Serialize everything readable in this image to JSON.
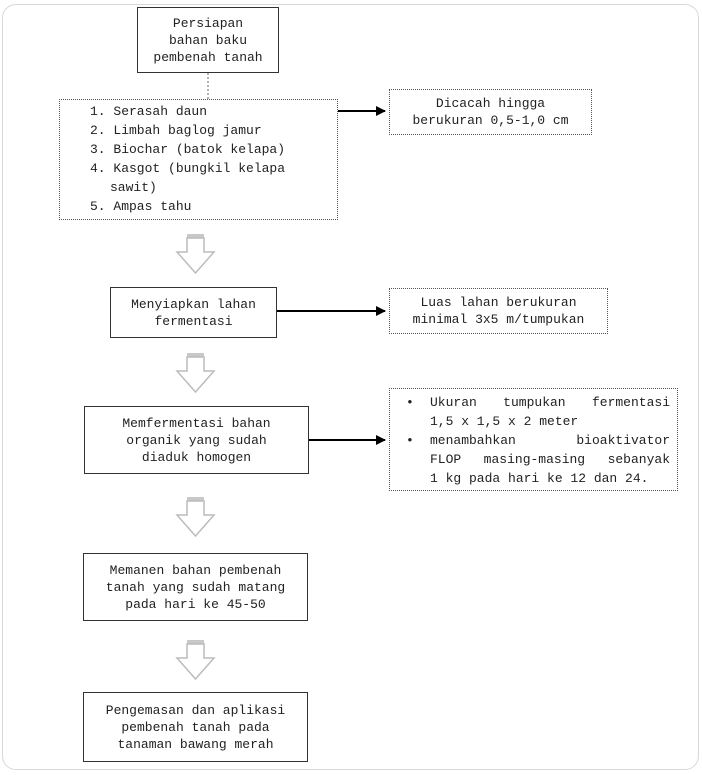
{
  "step1": {
    "lines": [
      "Persiapan",
      "bahan baku",
      "pembenah tanah"
    ]
  },
  "materials": {
    "items": [
      "1. Serasah daun",
      "2. Limbah baglog jamur",
      "3. Biochar (batok kelapa)",
      "4. Kasgot (bungkil kelapa",
      "sawit)",
      "5. Ampas tahu"
    ]
  },
  "note1": {
    "lines": [
      "Dicacah hingga",
      "berukuran 0,5-1,0 cm"
    ]
  },
  "step2": {
    "lines": [
      "Menyiapkan lahan",
      "fermentasi"
    ]
  },
  "note2": {
    "lines": [
      "Luas lahan berukuran",
      "minimal 3x5 m/tumpukan"
    ]
  },
  "step3": {
    "lines": [
      "Memfermentasi bahan",
      "organik yang sudah",
      "diaduk homogen"
    ]
  },
  "note3": {
    "bullet": "•",
    "bullets": [
      [
        "Ukuran tumpukan fermentasi",
        "1,5 x 1,5 x 2 meter"
      ],
      [
        "menambahkan bioaktivator",
        "FLOP masing-masing sebanyak",
        "1 kg pada hari ke 12 dan 24."
      ]
    ]
  },
  "step4": {
    "lines": [
      "Memanen bahan pembenah",
      "tanah yang sudah matang",
      "pada hari ke 45-50"
    ]
  },
  "step5": {
    "lines": [
      "Pengemasan dan aplikasi",
      "pembenah tanah pada",
      "tanaman bawang merah"
    ]
  }
}
